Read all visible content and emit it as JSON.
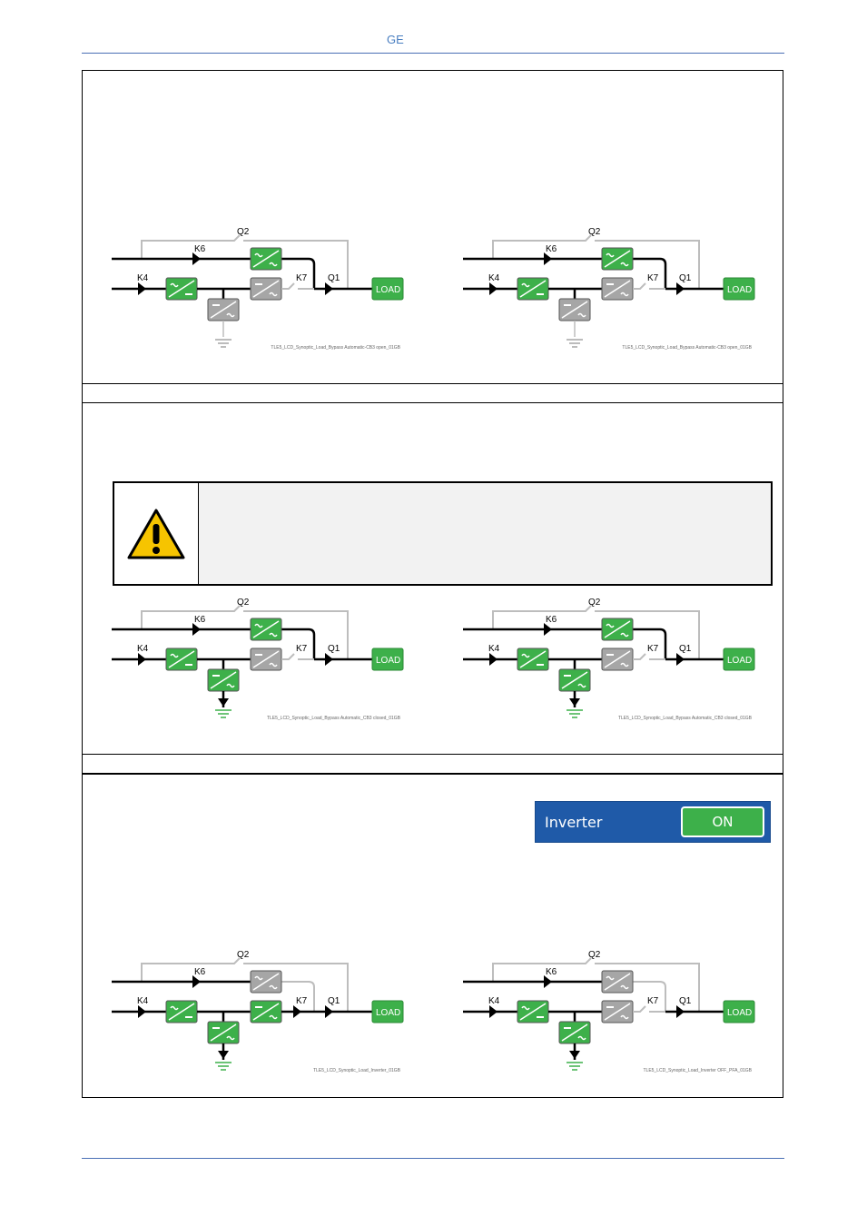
{
  "header": {
    "brand": "GE"
  },
  "diagram_labels": {
    "q2": "Q2",
    "k6": "K6",
    "k4": "K4",
    "k7": "K7",
    "q1": "Q1",
    "load": "LOAD"
  },
  "colors": {
    "active": "#3db04a",
    "inactive": "#a6a6a6",
    "line_active": "#000000",
    "line_inactive": "#bdbdbd",
    "header_blue": "#4a6fb5"
  },
  "icons": {
    "warning": "warning-triangle-icon"
  },
  "inverter_control": {
    "label": "Inverter",
    "state": "ON"
  },
  "diagrams": [
    {
      "id": "d1",
      "caption": "TLE5_LCD_Synoptic_Load_Bypass Automatic-CB3 open_01GB"
    },
    {
      "id": "d2",
      "caption": "TLE5_LCD_Synoptic_Load_Bypass Automatic-CB3 open_01GB"
    },
    {
      "id": "d3",
      "caption": "TLE5_LCD_Synoptic_Load_Bypass Automatic_CB3 closed_01GB"
    },
    {
      "id": "d4",
      "caption": "TLE5_LCD_Synoptic_Load_Bypass Automatic_CB3 closed_01GB"
    },
    {
      "id": "d5",
      "caption": "TLE5_LCD_Synoptic_Load_Inverter_01GB"
    },
    {
      "id": "d6",
      "caption": "TLE5_LCD_Synoptic_Load_Inverter OFF_PFA_01GB"
    }
  ]
}
